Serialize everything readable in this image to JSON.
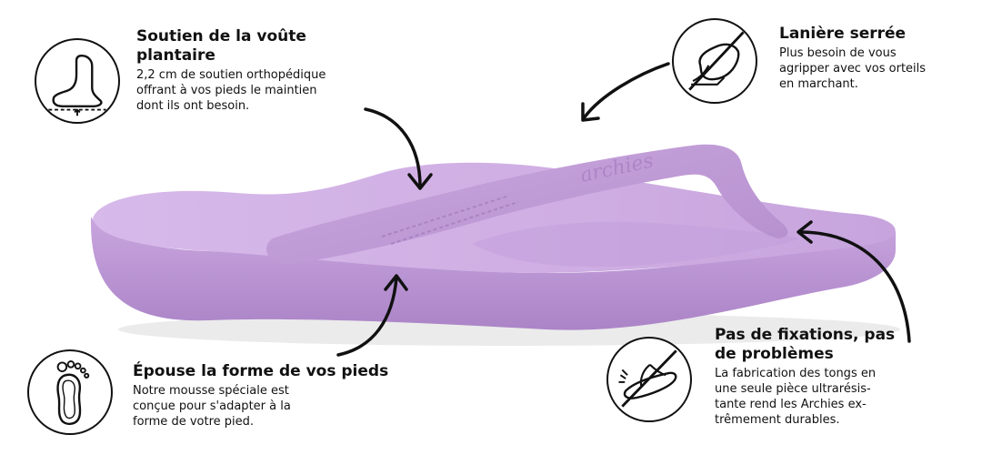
{
  "features": {
    "arch": {
      "title_line1": "Soutien de la voûte",
      "title_line2": "plantaire",
      "desc_lines": [
        "2,2 cm de soutien orthopédique",
        "offrant à vos pieds le maintien",
        "dont ils ont besoin."
      ],
      "icon": "foot-arch-icon"
    },
    "strap": {
      "title": "Lanière serrée",
      "desc_lines": [
        "Plus besoin de vous",
        "agripper avec vos orteils",
        "en marchant."
      ],
      "icon": "no-toe-grip-icon"
    },
    "foam": {
      "title": "Épouse la forme de vos pieds",
      "desc_lines": [
        "Notre mousse spéciale est",
        "conçue pour s'adapter à la",
        "forme de votre pied."
      ],
      "icon": "footprint-icon"
    },
    "one_piece": {
      "title_line1": "Pas de fixations, pas",
      "title_line2": "de problèmes",
      "desc_lines": [
        "La fabrication des tongs en",
        "une seule pièce ultrarésis-",
        "tante rend les Archies ex-",
        "trêmement durables."
      ],
      "icon": "no-broken-strap-icon"
    }
  },
  "product": {
    "name": "lilac-flip-flop",
    "brand_logo": "archies",
    "color": "#cfaee3",
    "shade": "#b38fcc",
    "edge": "#a97fc2"
  }
}
